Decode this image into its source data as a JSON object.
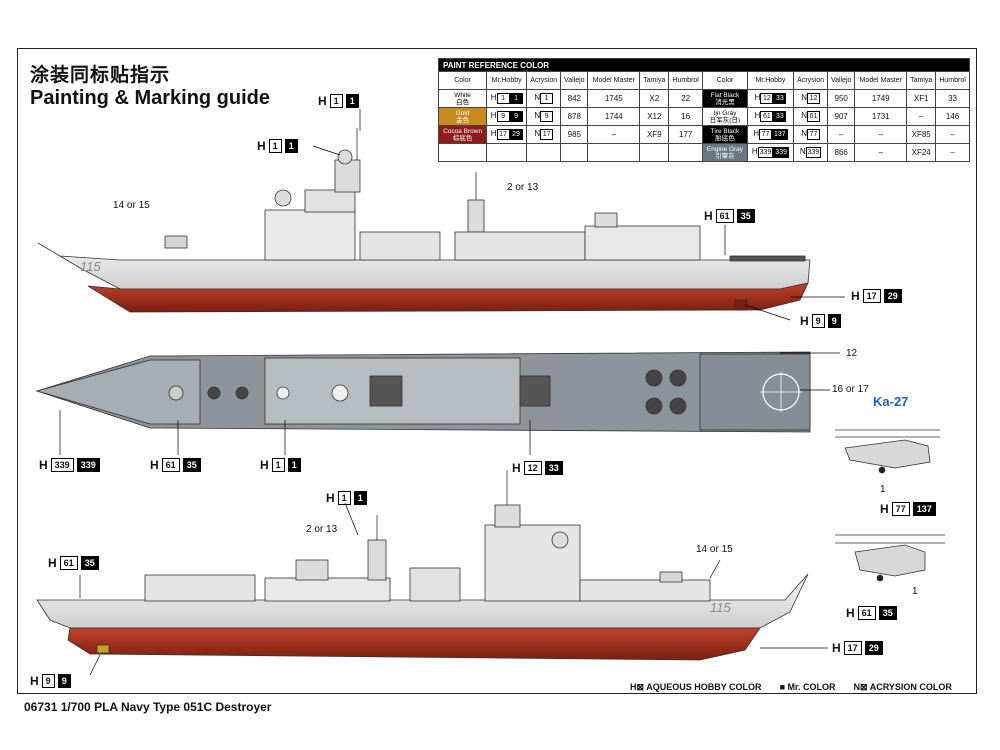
{
  "title_cn": "涂装同标贴指示",
  "title_en": "Painting & Marking guide",
  "footer": "06731 1/700 PLA Navy Type 051C Destroyer",
  "legend": {
    "h": "H⊠ AQUEOUS HOBBY COLOR",
    "mr": "■ Mr. COLOR",
    "n": "N⊠ ACRYSION COLOR"
  },
  "paint_table": {
    "caption": "PAINT  REFERENCE COLOR",
    "headers": [
      "Color",
      "Mr.Hobby",
      "Acrysion",
      "Vallejo",
      "Model Master",
      "Tamiya",
      "Humbrol"
    ],
    "left_rows": [
      {
        "name": "White",
        "cn": "白色",
        "swatch": "#ffffff",
        "text": "#000",
        "h": "1",
        "mr": "1",
        "n": "1",
        "vallejo": "842",
        "mm": "1745",
        "tamiya": "X2",
        "humbrol": "22"
      },
      {
        "name": "Gold",
        "cn": "金色",
        "swatch": "#c88a1e",
        "text": "#fff",
        "h": "9",
        "mr": "9",
        "n": "9",
        "vallejo": "878",
        "mm": "1744",
        "tamiya": "X12",
        "humbrol": "16"
      },
      {
        "name": "Cocoa Brown",
        "cn": "棕底色",
        "swatch": "#8e1c1c",
        "text": "#fff",
        "h": "17",
        "mr": "29",
        "n": "17",
        "vallejo": "985",
        "mm": "–",
        "tamiya": "XF9",
        "humbrol": "177"
      }
    ],
    "right_rows": [
      {
        "name": "Flat Black",
        "cn": "消光黑",
        "swatch": "#000000",
        "text": "#fff",
        "h": "12",
        "mr": "33",
        "n": "12",
        "vallejo": "950",
        "mm": "1749",
        "tamiya": "XF1",
        "humbrol": "33"
      },
      {
        "name": "Ijn Gray",
        "cn": "日军灰(日)",
        "swatch": "#ffffff",
        "text": "#000",
        "h": "61",
        "mr": "33",
        "n": "61",
        "vallejo": "907",
        "mm": "1731",
        "tamiya": "–",
        "humbrol": "146"
      },
      {
        "name": "Tire Black",
        "cn": "胎底色",
        "swatch": "#000000",
        "text": "#fff",
        "h": "77",
        "mr": "137",
        "n": "77",
        "vallejo": "–",
        "mm": "–",
        "tamiya": "XF85",
        "humbrol": "–"
      },
      {
        "name": "Engine Gray",
        "cn": "引擎灰",
        "swatch": "#6b7685",
        "text": "#fff",
        "h": "339",
        "mr": "339",
        "n": "339",
        "vallejo": "866",
        "mm": "–",
        "tamiya": "XF24",
        "humbrol": "–"
      }
    ]
  },
  "callouts": {
    "c_top_mast": {
      "prefix": "H",
      "a": "1",
      "b": "1"
    },
    "c_top_radar": {
      "prefix": "H",
      "a": "1",
      "b": "1"
    },
    "c_top_hull": {
      "prefix": "H",
      "a": "61",
      "b": "35"
    },
    "c_top_keel": {
      "prefix": "H",
      "a": "17",
      "b": "29"
    },
    "c_top_prop": {
      "prefix": "H",
      "a": "9",
      "b": "9"
    },
    "c_plan_deck": {
      "prefix": "H",
      "a": "339",
      "b": "339"
    },
    "c_plan_gray": {
      "prefix": "H",
      "a": "61",
      "b": "35"
    },
    "c_plan_white": {
      "prefix": "H",
      "a": "1",
      "b": "1"
    },
    "c_plan_black": {
      "prefix": "H",
      "a": "12",
      "b": "33"
    },
    "c_heli_tire": {
      "prefix": "H",
      "a": "77",
      "b": "137"
    },
    "c_heli_body": {
      "prefix": "H",
      "a": "61",
      "b": "35"
    },
    "c_bot_mast": {
      "prefix": "H",
      "a": "1",
      "b": "1"
    },
    "c_bot_hull": {
      "prefix": "H",
      "a": "61",
      "b": "35"
    },
    "c_bot_keel": {
      "prefix": "H",
      "a": "17",
      "b": "29"
    },
    "c_bot_prop": {
      "prefix": "H",
      "a": "9",
      "b": "9"
    }
  },
  "numbers": {
    "n_14or15_top": "14 or 15",
    "n_2or13_top": "2 or 13",
    "n_12": "12",
    "n_16or17": "16 or 17",
    "n_1_heli_a": "1",
    "n_1_heli_b": "1",
    "n_2or13_bot": "2 or 13",
    "n_14or15_bot": "14 or 15"
  },
  "hull_number": "115",
  "helicopter_label": "Ka-27",
  "colors": {
    "hull_gray": "#e6e6e6",
    "deck_gray": "#8d949c",
    "keel_red": "#a8321d",
    "line": "#333333"
  }
}
